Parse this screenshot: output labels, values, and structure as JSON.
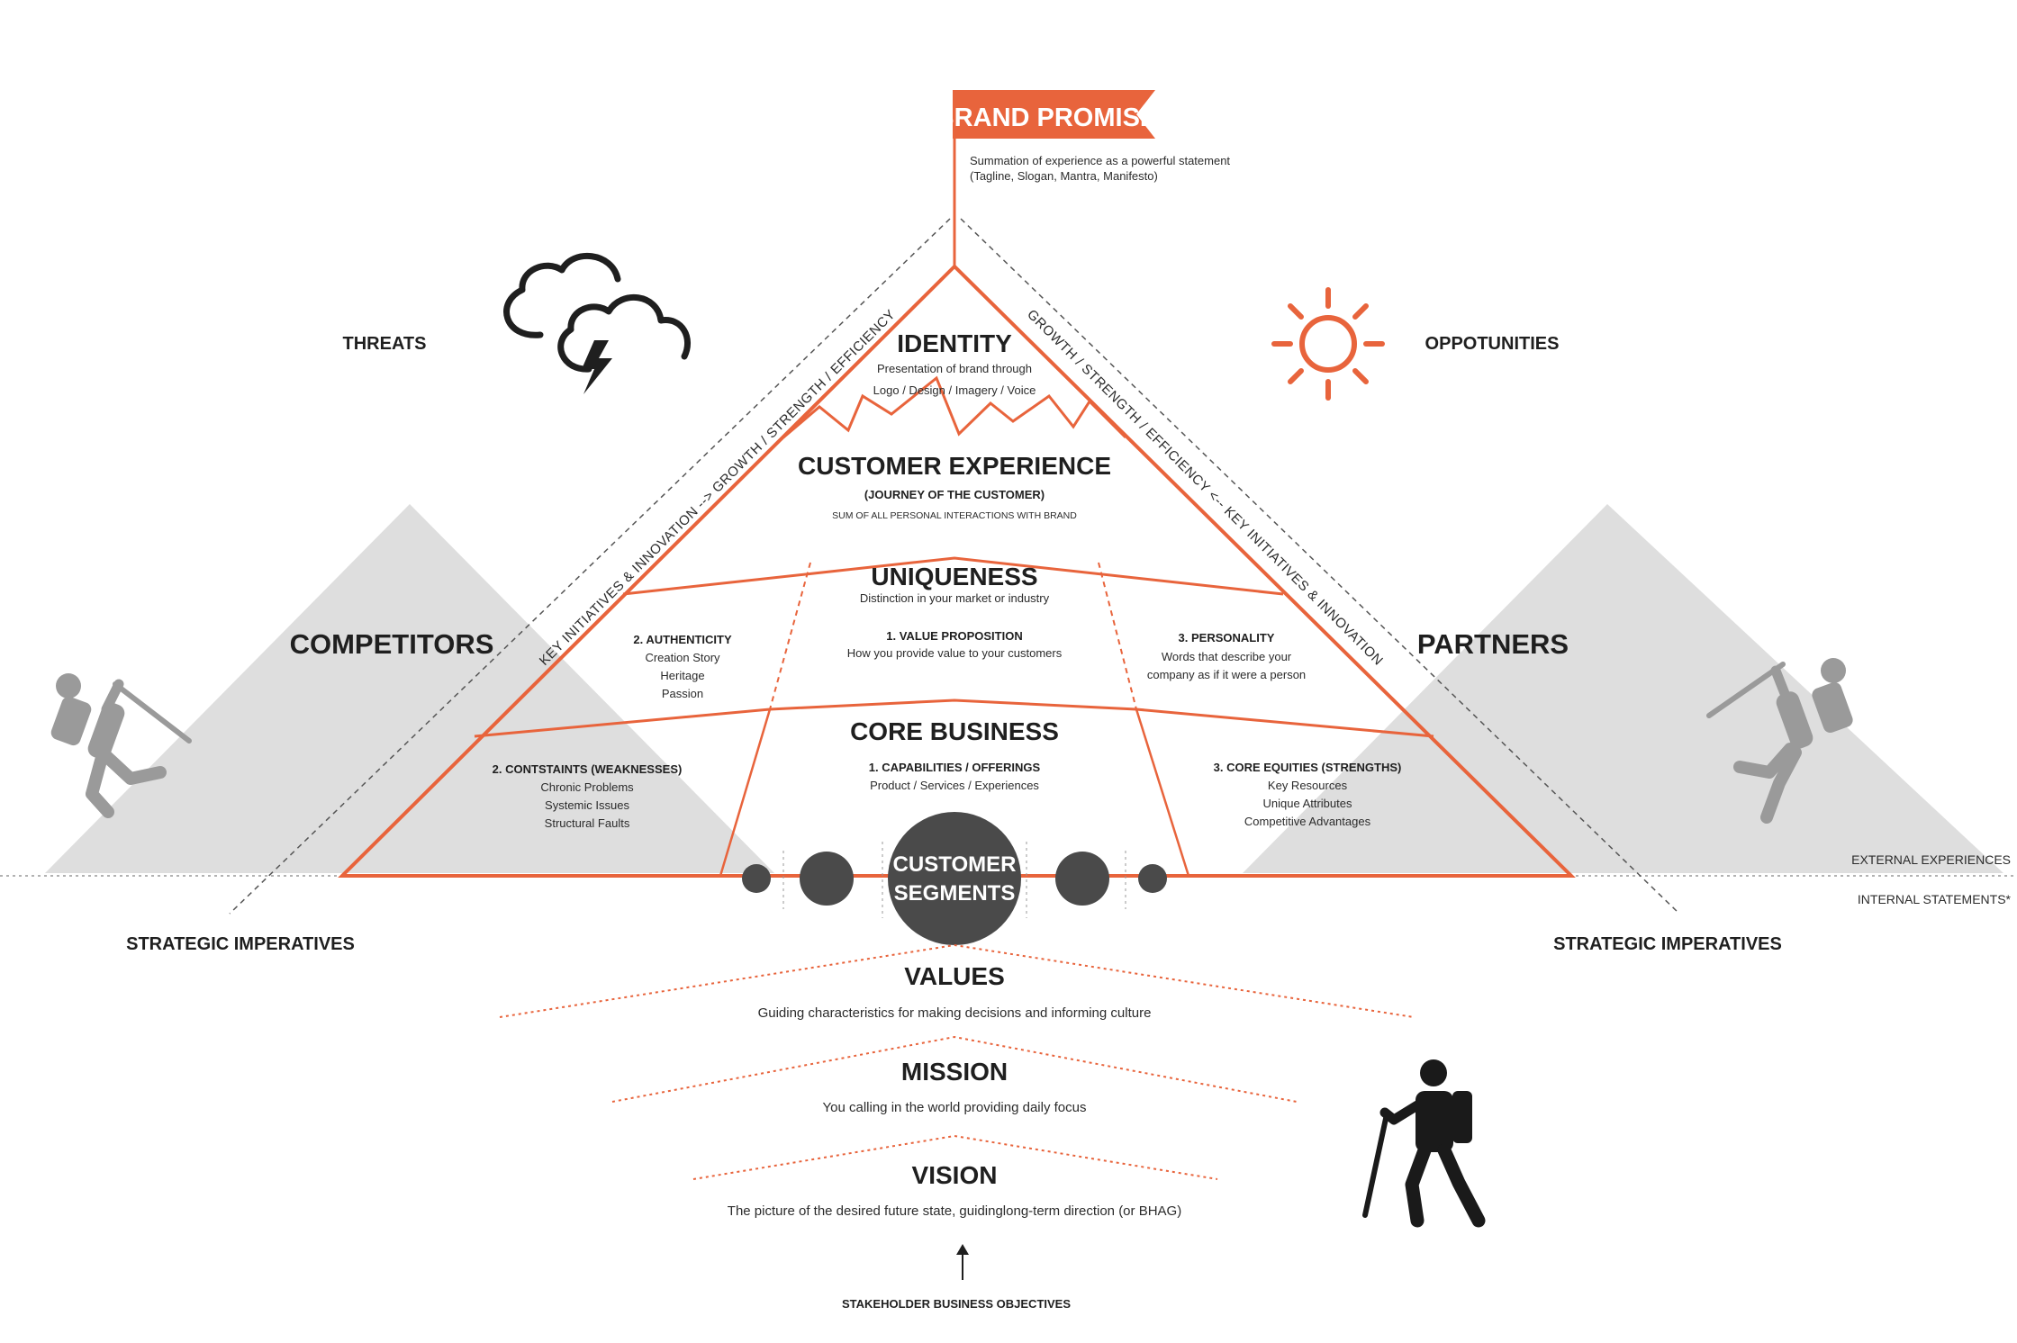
{
  "flag": {
    "label": "BRAND PROMISE",
    "desc_line1": "Summation of experience as a powerful statement",
    "desc_line2": "(Tagline, Slogan, Mantra, Manifesto)"
  },
  "side": {
    "threats": "THREATS",
    "opportunities": "OPPOTUNITIES",
    "competitors": "COMPETITORS",
    "partners": "PARTNERS",
    "strategic_left": "STRATEGIC IMPERATIVES",
    "strategic_right": "STRATEGIC IMPERATIVES",
    "external": "EXTERNAL EXPERIENCES",
    "internal": "INTERNAL STATEMENTS*"
  },
  "slopes": {
    "left": "KEY INITIATIVES & INNOVATION --> GROWTH / STRENGTH / EFFICIENCY",
    "right": "GROWTH / STRENGTH / EFFICIENCY <-- KEY INITIATIVES & INNOVATION"
  },
  "identity": {
    "title": "IDENTITY",
    "line1": "Presentation of brand through",
    "line2": "Logo / Design / Imagery / Voice"
  },
  "experience": {
    "title": "CUSTOMER EXPERIENCE",
    "sub": "(JOURNEY OF THE CUSTOMER)",
    "desc": "SUM OF ALL PERSONAL INTERACTIONS WITH BRAND"
  },
  "uniqueness": {
    "title": "UNIQUENESS",
    "desc": "Distinction in your market or industry"
  },
  "authenticity": {
    "title": "2. AUTHENTICITY",
    "items": [
      "Creation Story",
      "Heritage",
      "Passion"
    ]
  },
  "value_prop": {
    "title": "1. VALUE PROPOSITION",
    "desc": "How you provide value to your customers"
  },
  "personality": {
    "title": "3. PERSONALITY",
    "line1": "Words that describe your",
    "line2": "company as if it were a person"
  },
  "core": {
    "title": "CORE BUSINESS"
  },
  "constraints": {
    "title": "2. CONTSTAINTS (WEAKNESSES)",
    "items": [
      "Chronic Problems",
      "Systemic Issues",
      "Structural Faults"
    ]
  },
  "capabilities": {
    "title": "1. CAPABILITIES / OFFERINGS",
    "desc": "Product / Services / Experiences"
  },
  "equities": {
    "title": "3. CORE EQUITIES (STRENGTHS)",
    "items": [
      "Key Resources",
      "Unique Attributes",
      "Competitive Advantages"
    ]
  },
  "segments": {
    "line1": "CUSTOMER",
    "line2": "SEGMENTS"
  },
  "values": {
    "title": "VALUES",
    "desc": "Guiding characteristics for making decisions and informing culture"
  },
  "mission": {
    "title": "MISSION",
    "desc": "You calling in the world providing daily focus"
  },
  "vision": {
    "title": "VISION",
    "desc": "The picture of the desired future state, guidinglong-term direction (or BHAG)"
  },
  "stakeholder": "STAKEHOLDER BUSINESS OBJECTIVES",
  "colors": {
    "accent": "#e8643c",
    "dark": "#1f1f1f",
    "mountain": "#dedede",
    "hiker_gray": "#9a9a9a",
    "segment_circle": "#4a4a4a"
  }
}
